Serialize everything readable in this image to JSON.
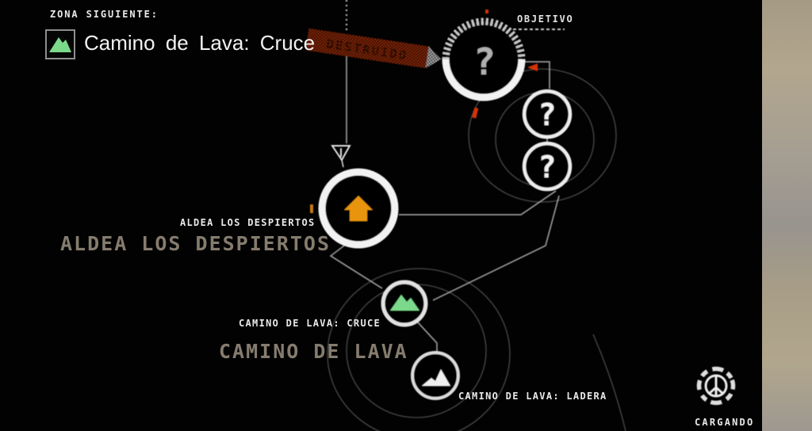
{
  "header": {
    "next_zone_label": "ZONA SIGUIENTE:",
    "next_zone_name": "Camino de Lava: Cruce"
  },
  "objective": {
    "label": "OBJETIVO"
  },
  "banner": {
    "text": "DESTRUIDO"
  },
  "nodes": {
    "objective": {
      "glyph": "?"
    },
    "unknown_1": {
      "glyph": "?"
    },
    "unknown_2": {
      "glyph": "?"
    },
    "aldea": {
      "label": "ALDEA LOS DESPIERTOS"
    },
    "cruce": {
      "label": "CAMINO DE LAVA: CRUCE"
    },
    "ladera": {
      "label": "CAMINO DE LAVA: LADERA"
    }
  },
  "zones": {
    "aldea": {
      "title": "ALDEA LOS DESPIERTOS"
    },
    "camino": {
      "title": "CAMINO DE LAVA"
    }
  },
  "loading": {
    "label": "CARGANDO"
  },
  "colors": {
    "accent_orange": "#e8940c",
    "accent_green": "#7bd98b",
    "alert_red": "#d63000",
    "zone_title_gray": "#857c6e",
    "line_gray": "#989898"
  }
}
